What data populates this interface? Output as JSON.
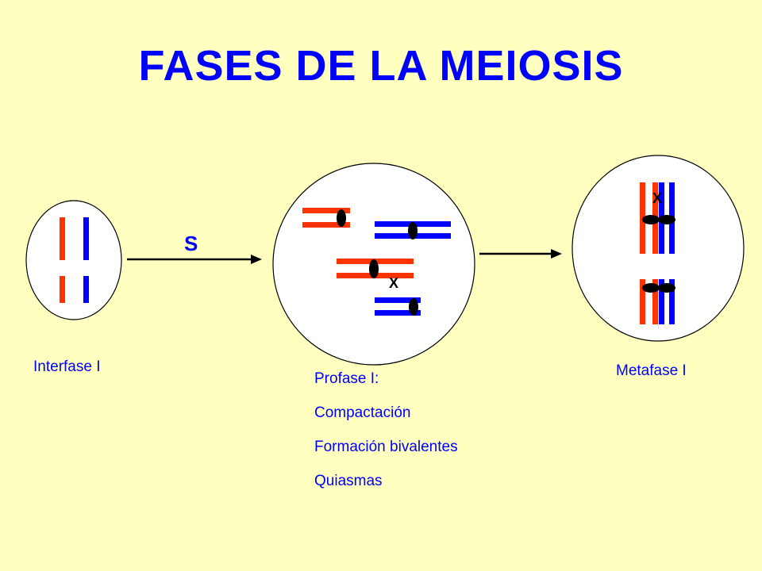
{
  "title": "FASES DE LA MEIOSIS",
  "arrow_label": "S",
  "crossover_mark": "X",
  "colors": {
    "background": "#FFFFC0",
    "text": "#0000FF",
    "maternal": "#FF3300",
    "paternal": "#0000FF"
  },
  "stages": {
    "interfase": {
      "label": "Interfase I"
    },
    "profase": {
      "label": "Profase I:",
      "notes": [
        "Compactación",
        "Formación bivalentes",
        "Quiasmas"
      ]
    },
    "metafase": {
      "label": "Metafase I"
    }
  }
}
